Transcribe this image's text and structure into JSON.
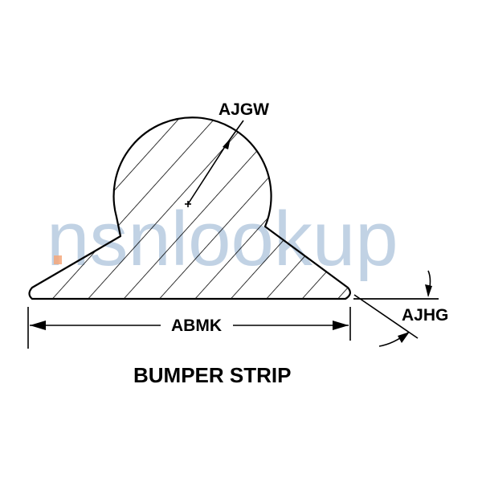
{
  "diagram": {
    "title": "BUMPER STRIP",
    "labels": {
      "radius": "AJGW",
      "width": "ABMK",
      "angle": "AJHG"
    }
  },
  "watermark": {
    "text": "nsnlookup",
    "color": "#b7cbe0",
    "accent_color": "#f4a77a"
  }
}
